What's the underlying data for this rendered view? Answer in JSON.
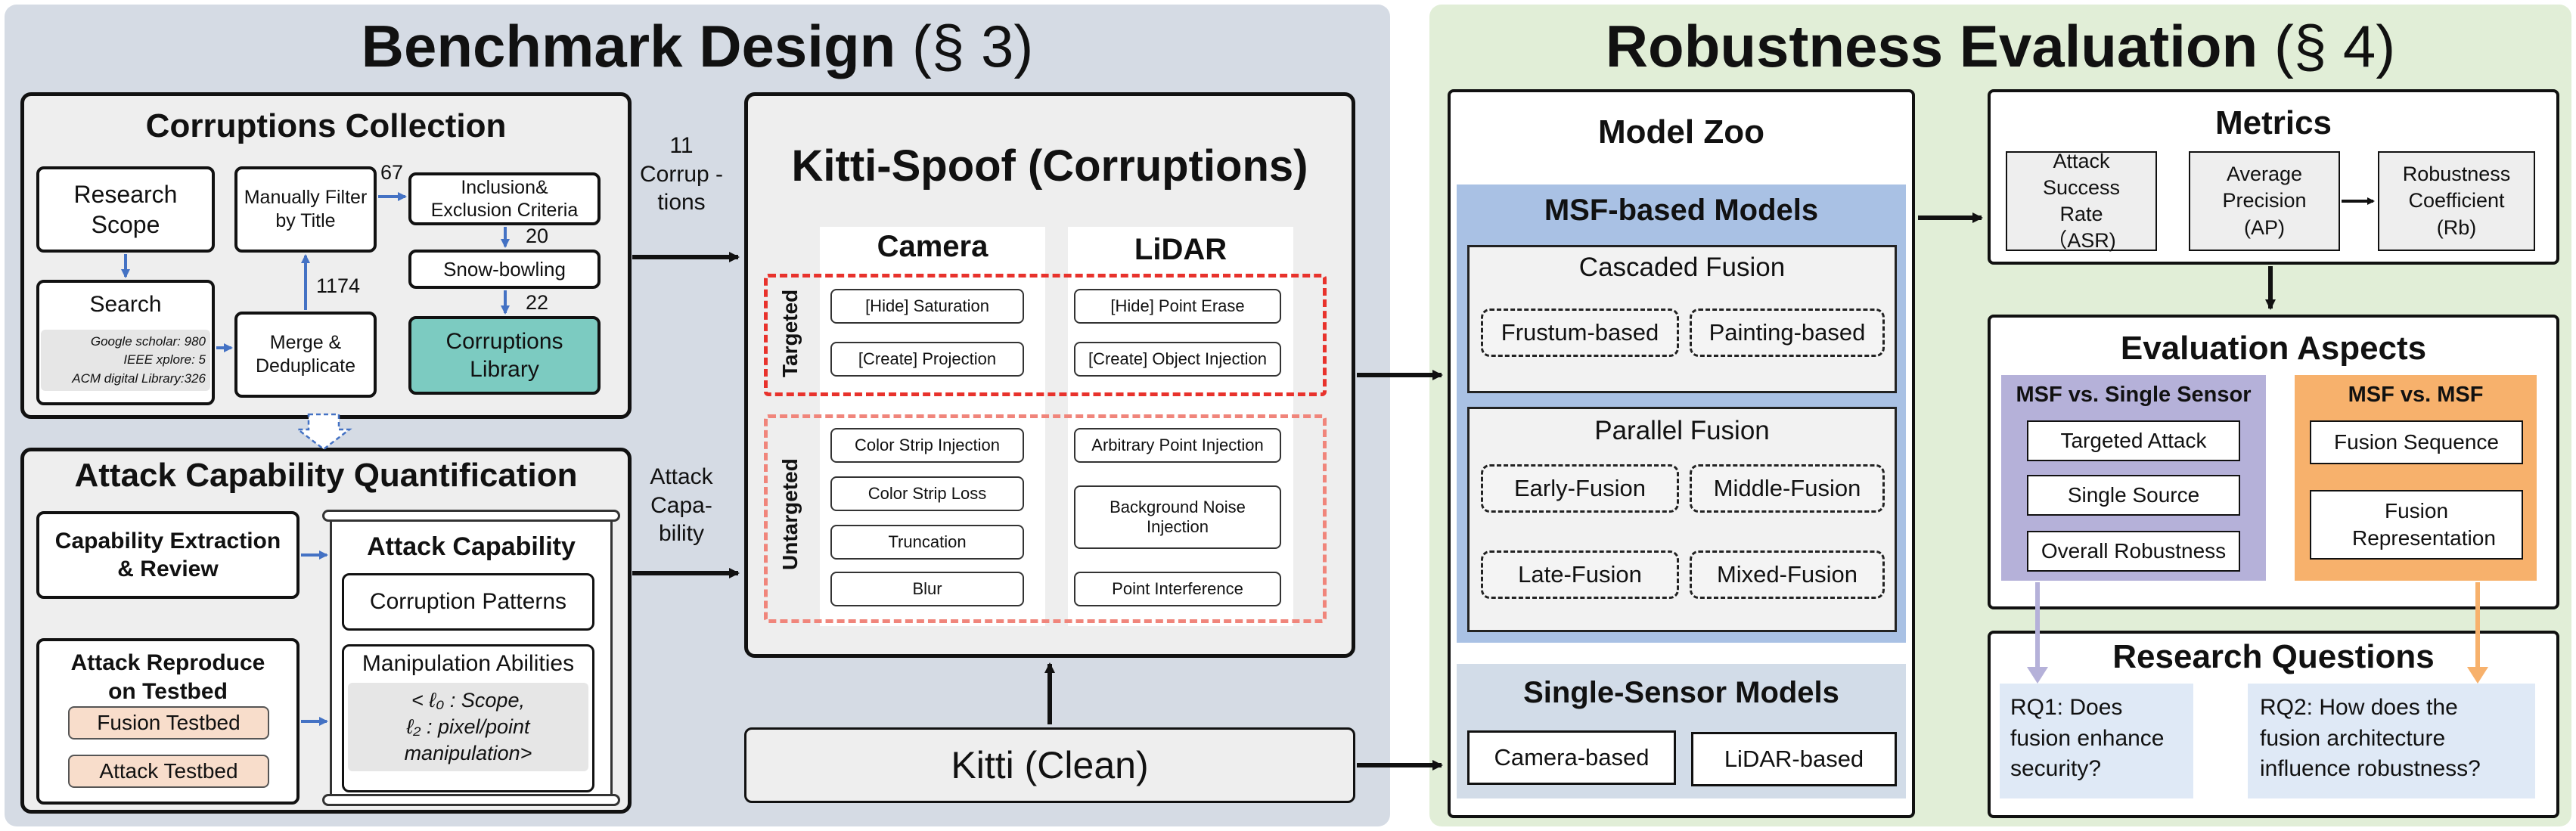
{
  "left": {
    "title": "Benchmark Design",
    "section": "(§ 3)",
    "collection": {
      "title": "Corruptions Collection",
      "research_scope": "Research Scope",
      "search": "Search",
      "search_sources": [
        "Google scholar: 980",
        "IEEE xplore:  5",
        "ACM digital Library:326"
      ],
      "manual_filter": "Manually Filter by Title",
      "merge": "Merge & Deduplicate",
      "inclusion": "Inclusion& Exclusion Criteria",
      "snowball": "Snow-bowling",
      "library": "Corruptions Library",
      "count_1174": "1174",
      "count_67": "67",
      "count_20": "20",
      "count_22": "22"
    },
    "capability": {
      "title": "Attack Capability Quantification",
      "extraction": "Capability Extraction & Review",
      "reproduce": "Attack Reproduce on Testbed",
      "fusion_testbed": "Fusion Testbed",
      "attack_testbed": "Attack Testbed",
      "scroll_title": "Attack Capability",
      "patterns": "Corruption Patterns",
      "abilities": "Manipulation Abilities",
      "formula_line1": "< ℓ₀ :  Scope,",
      "formula_line2": "ℓ₂ :  pixel/point",
      "formula_line3": "manipulation>"
    },
    "arrow_label_1": "11 Corrup -tions",
    "arrow_label_2": "Attack Capa- bility",
    "spoof": {
      "title": "Kitti-Spoof  (Corruptions)",
      "camera": "Camera",
      "lidar": "LiDAR",
      "targeted": "Targeted",
      "untargeted": "Untargeted",
      "camera_targeted": [
        "[Hide] Saturation",
        "[Create] Projection"
      ],
      "lidar_targeted": [
        "[Hide] Point Erase",
        "[Create] Object Injection"
      ],
      "camera_untargeted": [
        "Color Strip Injection",
        "Color Strip Loss",
        "Truncation",
        "Blur"
      ],
      "lidar_untargeted": [
        "Arbitrary Point Injection",
        "Background Noise Injection",
        "Point Interference"
      ]
    },
    "clean": "Kitti (Clean)"
  },
  "right": {
    "title": "Robustness Evaluation",
    "section": "(§ 4)",
    "zoo": {
      "title": "Model Zoo",
      "msf_title": "MSF-based Models",
      "cascaded": "Cascaded Fusion",
      "frustum": "Frustum-based",
      "painting": "Painting-based",
      "parallel": "Parallel Fusion",
      "early": "Early-Fusion",
      "middle": "Middle-Fusion",
      "late": "Late-Fusion",
      "mixed": "Mixed-Fusion",
      "single_title": "Single-Sensor Models",
      "camera_based": "Camera-based",
      "lidar_based": "LiDAR-based"
    },
    "metrics": {
      "title": "Metrics",
      "asr": "Attack Success Rate （ASR)",
      "ap": "Average Precision (AP)",
      "rb": "Robustness Coefficient (Rb)"
    },
    "aspects": {
      "title": "Evaluation Aspects",
      "single_title": "MSF vs. Single Sensor",
      "single_items": [
        "Targeted Attack",
        "Single Source",
        "Overall Robustness"
      ],
      "msf_title": "MSF vs. MSF",
      "msf_items": [
        "Fusion Sequence",
        "Fusion Representation"
      ]
    },
    "rq": {
      "title": "Research Questions",
      "rq1": "RQ1: Does fusion enhance security?",
      "rq2": "RQ2: How does the fusion architecture influence robustness?"
    }
  },
  "colors": {
    "left_panel_bg": "#d5dbe4",
    "right_panel_bg": "#e1eed7",
    "library_teal": "#7ccbc1",
    "testbed_peach": "#f8ddcb",
    "msf_blue": "#a9c1e4",
    "single_blue": "#d2dce8",
    "aspect_purple": "#b5b1d9",
    "aspect_orange": "#f7b16c",
    "rq_blue": "#dfe9f6",
    "targeted_red": "#e8322c",
    "untargeted_salmon": "#f0857b",
    "arrow_blue": "#4472c4"
  }
}
